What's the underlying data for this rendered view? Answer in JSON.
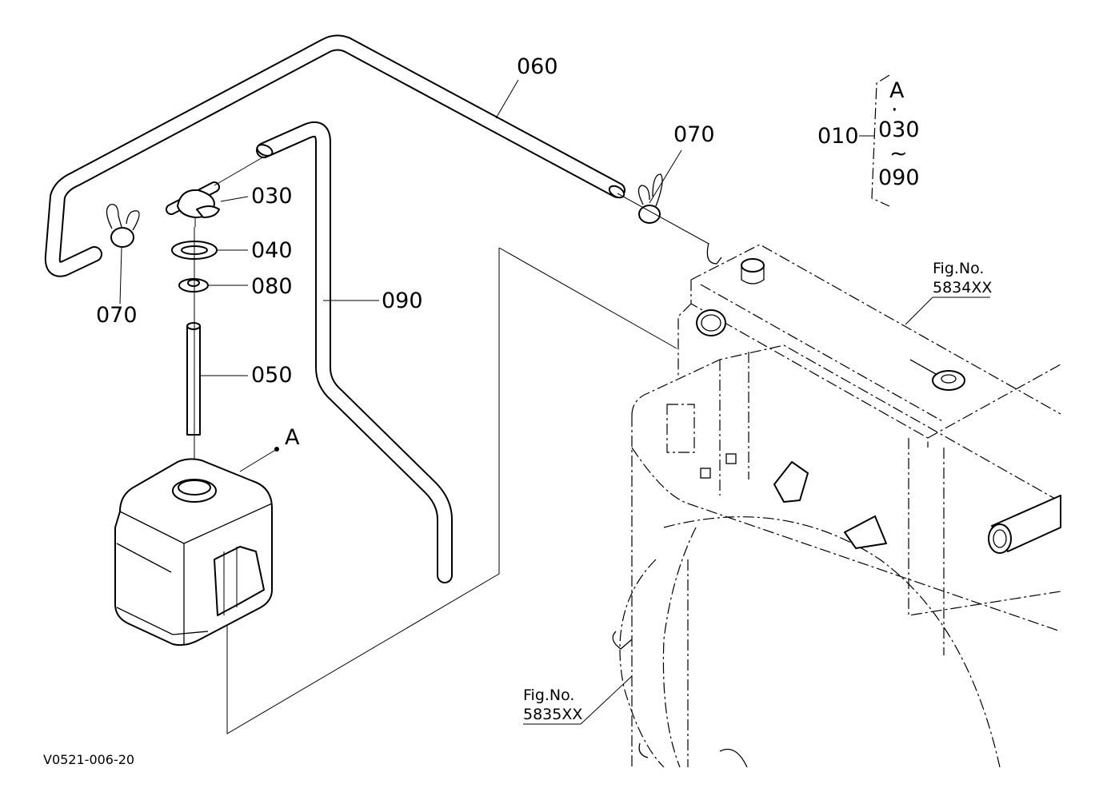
{
  "drawing_code": "V0521-006-20",
  "callouts": {
    "p010": "010",
    "p030": "030",
    "p040": "040",
    "p050": "050",
    "p060": "060",
    "p070_left": "070",
    "p070_right": "070",
    "p080": "080",
    "p090": "090",
    "ref_a": "A"
  },
  "kit_bracket": {
    "top": "A",
    "dot": "·",
    "from": "030",
    "tilde": "~",
    "to": "090"
  },
  "fig_refs": [
    {
      "label": "Fig.No.",
      "number": "5834XX"
    },
    {
      "label": "Fig.No.",
      "number": "5835XX"
    }
  ]
}
